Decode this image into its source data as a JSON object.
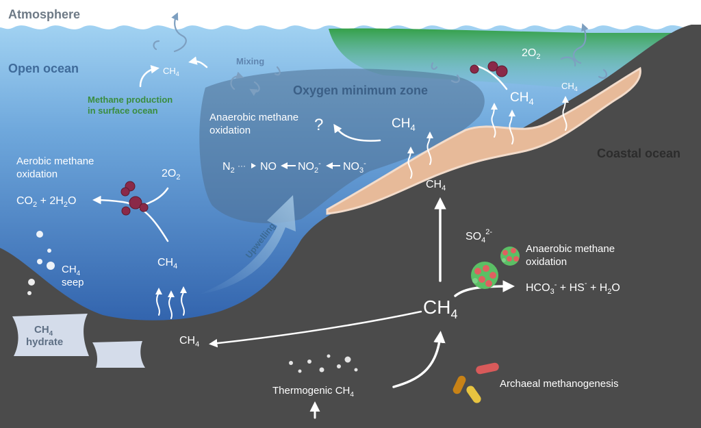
{
  "labels": {
    "atmosphere": "Atmosphere",
    "open_ocean": "Open ocean",
    "coastal_ocean": "Coastal ocean",
    "omz": "Oxygen minimum zone",
    "mixing": "Mixing",
    "upwelling": "Upwelling",
    "methane_production": [
      "Methane production",
      "in surface ocean"
    ],
    "aerobic_oxidation": [
      "Aerobic methane",
      "oxidation"
    ],
    "anaerobic_oxidation_water": [
      "Anaerobic methane",
      "oxidation"
    ],
    "anaerobic_oxidation_sediment": [
      "Anaerobic methane",
      "oxidation"
    ],
    "question_mark": "?",
    "seep": "seep",
    "hydrate": "hydrate",
    "thermogenic": "Thermogenic CH",
    "archaeal": "Archaeal methanogenesis"
  },
  "chem": {
    "ch4": "CH",
    "sub4": "4",
    "o2_coef": "2O",
    "sub2": "2",
    "co2": "CO",
    "plus_2h": " + 2H",
    "o": "O",
    "n2": "N",
    "no": "NO",
    "no2": "NO",
    "no3": "NO",
    "sup_minus": "-",
    "so4": "SO",
    "sup_2minus": "2-",
    "hco3": "HCO",
    "sub3": "3",
    "plus_hs": " + HS",
    "plus_h2": " + H"
  },
  "colors": {
    "sky": "#ffffff",
    "ocean_top": "#9fd0f0",
    "ocean_bottom": "#2d5fae",
    "algae_green": "#3ca84a",
    "omz": "#4b6f93",
    "seafloor": "#4a4a4a",
    "sediment": "#e5b898",
    "microbe_purple": "#8b2a45",
    "microbe_green": "#5bbf65",
    "microbe_red": "#e06060",
    "archaea_red": "#d85a5a",
    "archaea_orange": "#c88216",
    "archaea_yellow": "#e8c440",
    "heading_blue": "#3d6a9a",
    "heading_grey": "#5a6a78"
  }
}
